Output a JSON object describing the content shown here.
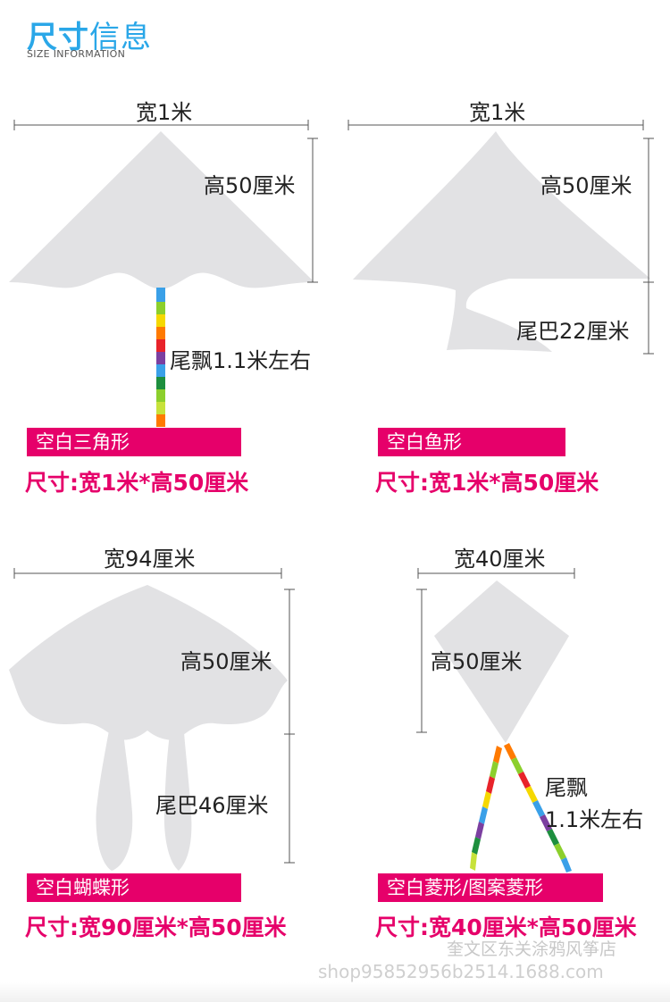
{
  "header": {
    "title_bold": "尺寸",
    "title_thin": "信息",
    "subtitle": "SIZE INFORMATION"
  },
  "kites": [
    {
      "name": "空白三角形",
      "spec": "尺寸:宽1米*高50厘米",
      "width_label": "宽1米",
      "height_label": "高50厘米",
      "tail_label": "尾飘1.1米左右"
    },
    {
      "name": "空白鱼形",
      "spec": "尺寸:宽1米*高50厘米",
      "width_label": "宽1米",
      "height_label": "高50厘米",
      "tail_label": "尾巴22厘米"
    },
    {
      "name": "空白蝴蝶形",
      "spec": "尺寸:宽90厘米*高50厘米",
      "width_label": "宽94厘米",
      "height_label": "高50厘米",
      "tail_label": "尾巴46厘米"
    },
    {
      "name": "空白菱形/图案菱形",
      "spec": "尺寸:宽40厘米*高50厘米",
      "width_label": "宽40厘米",
      "height_label": "高50厘米",
      "tail_label_line1": "尾飘",
      "tail_label_line2": "1.1米左右"
    }
  ],
  "watermark": {
    "shop_name": "奎文区东关涂鸦风筝店",
    "shop_url": "shop95852956b2514.1688.com"
  },
  "colors": {
    "accent": "#e6006a",
    "title_blue": "#2aa7e8",
    "kite_fill": "#e2e2e4",
    "rainbow": [
      "#3aa0e8",
      "#8ccf2c",
      "#f5d800",
      "#ff7a00",
      "#e8232a",
      "#7b3fa0",
      "#1d8f3e",
      "#c7e23a"
    ]
  }
}
